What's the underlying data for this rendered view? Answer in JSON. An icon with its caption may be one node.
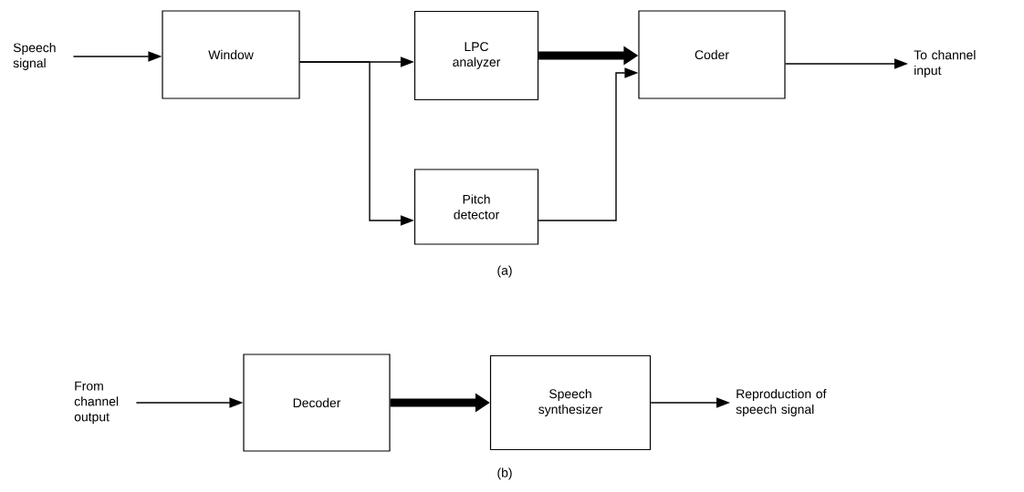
{
  "diagram": {
    "nodes": [
      {
        "text": [
          "Speech signal"
        ]
      },
      {
        "text": [
          "Window"
        ]
      },
      {
        "text": [
          "LPC analyzer"
        ]
      },
      {
        "text": [
          "Pitch detector"
        ]
      },
      {
        "text": [
          "Coder"
        ]
      },
      {
        "text": [
          "To channel input"
        ]
      },
      {
        "text": [
          "From channel output"
        ]
      },
      {
        "text": [
          "Decoder"
        ]
      },
      {
        "text": [
          "Speech synthesizer"
        ]
      },
      {
        "text": [
          "Reproduction of speech signal"
        ]
      }
    ],
    "edges": [
      {
        "from": 0,
        "to": 1,
        "arrow": "to"
      },
      {
        "from": 1,
        "to": 2,
        "arrow": "to"
      },
      {
        "from": 1,
        "to": 3,
        "arrow": "to"
      },
      {
        "from": 2,
        "to": 4,
        "arrow": "to",
        "style": "thick"
      },
      {
        "from": 3,
        "to": 4,
        "arrow": "to"
      },
      {
        "from": 4,
        "to": 5,
        "arrow": "to"
      },
      {
        "from": 6,
        "to": 7,
        "arrow": "to"
      },
      {
        "from": 7,
        "to": 8,
        "arrow": "to",
        "style": "thick"
      },
      {
        "from": 8,
        "to": 9,
        "arrow": "to"
      }
    ],
    "labels": [
      "(a)",
      "(b)"
    ]
  }
}
